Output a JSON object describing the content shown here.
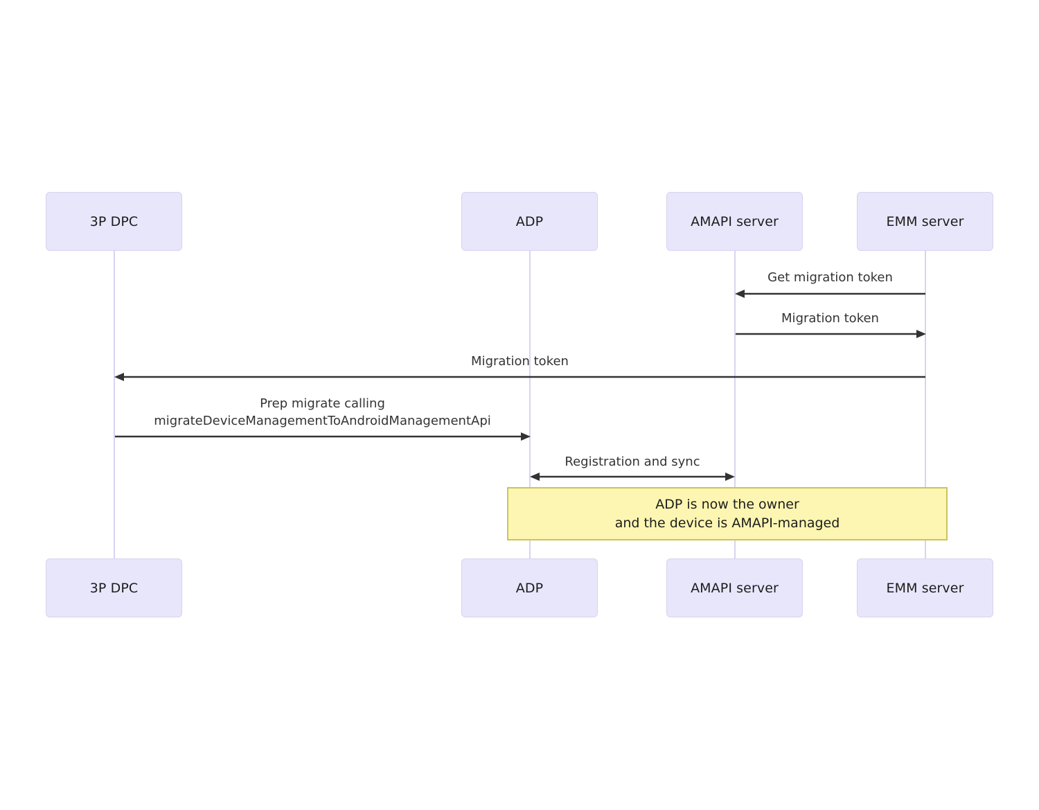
{
  "diagram": {
    "type": "sequence-diagram",
    "background_color": "#ffffff",
    "participant_fill": "#e8e6fb",
    "participant_border": "#d7d2f0",
    "lifeline_color": "#d9d3ef",
    "arrow_color": "#333333",
    "note_fill": "#fdf6b2",
    "note_border": "#c9c45f"
  },
  "participants": [
    {
      "id": "dpc",
      "label": "3P DPC"
    },
    {
      "id": "adp",
      "label": "ADP"
    },
    {
      "id": "amapi",
      "label": "AMAPI server"
    },
    {
      "id": "emm",
      "label": "EMM server"
    }
  ],
  "participants_bottom": [
    {
      "id": "dpc",
      "label": "3P DPC"
    },
    {
      "id": "adp",
      "label": "ADP"
    },
    {
      "id": "amapi",
      "label": "AMAPI server"
    },
    {
      "id": "emm",
      "label": "EMM server"
    }
  ],
  "messages": [
    {
      "id": "m1",
      "from": "emm",
      "to": "amapi",
      "direction": "left",
      "label": "Get migration token",
      "label_lines": [
        "Get migration token"
      ]
    },
    {
      "id": "m2",
      "from": "amapi",
      "to": "emm",
      "direction": "right",
      "label": "Migration token",
      "label_lines": [
        "Migration token"
      ]
    },
    {
      "id": "m3",
      "from": "emm",
      "to": "dpc",
      "direction": "left",
      "label": "Migration token",
      "label_lines": [
        "Migration token"
      ]
    },
    {
      "id": "m4",
      "from": "dpc",
      "to": "adp",
      "direction": "right",
      "label": "Prep migrate calling migrateDeviceManagementToAndroidManagementApi",
      "label_lines": [
        "Prep migrate calling",
        "migrateDeviceManagementToAndroidManagementApi"
      ]
    },
    {
      "id": "m5",
      "from": "adp",
      "to": "amapi",
      "direction": "both",
      "label": "Registration and sync",
      "label_lines": [
        "Registration and sync"
      ]
    }
  ],
  "note": {
    "id": "note1",
    "lines": [
      "ADP is now the owner",
      "and the device is AMAPI-managed"
    ],
    "line1": "ADP is now the owner",
    "line2": "and the device is AMAPI-managed"
  }
}
